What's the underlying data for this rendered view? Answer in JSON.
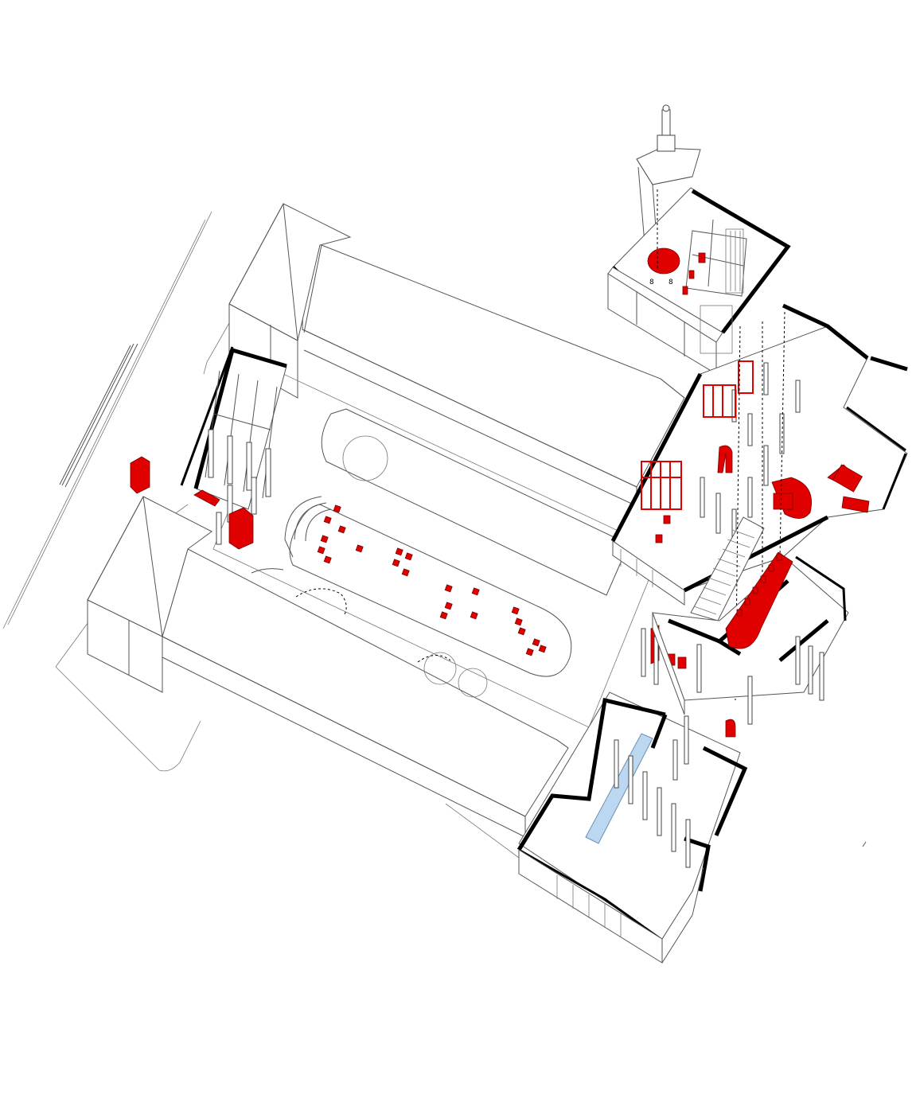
{
  "diagram": {
    "kind": "exploded axonometric architectural drawing",
    "colors": {
      "line": "#555555",
      "cut_wall": "#000000",
      "highlight": "#e00000",
      "glass": "#bcd7f0",
      "background": "#ffffff"
    },
    "labels": {
      "tower_tag_left": "8",
      "tower_tag_right": "8"
    }
  }
}
